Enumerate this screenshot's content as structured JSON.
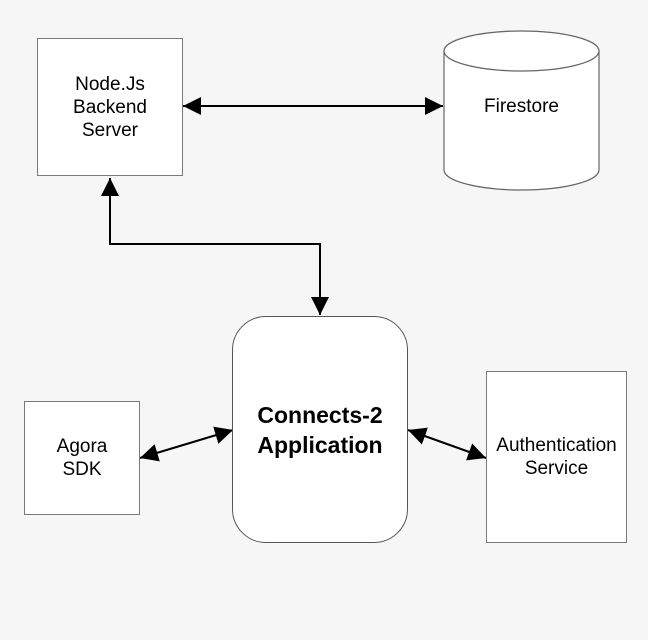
{
  "diagram": {
    "nodes": {
      "backend": {
        "label": "Node.Js\nBackend\nServer"
      },
      "firestore": {
        "label": "Firestore"
      },
      "app": {
        "label": "Connects-2\nApplication"
      },
      "agora": {
        "label": "Agora\nSDK"
      },
      "auth": {
        "label": "Authentication\nService"
      }
    },
    "edges": [
      {
        "from": "backend",
        "to": "firestore",
        "direction": "both"
      },
      {
        "from": "backend",
        "to": "app",
        "direction": "both"
      },
      {
        "from": "agora",
        "to": "app",
        "direction": "both"
      },
      {
        "from": "app",
        "to": "auth",
        "direction": "both"
      }
    ]
  }
}
